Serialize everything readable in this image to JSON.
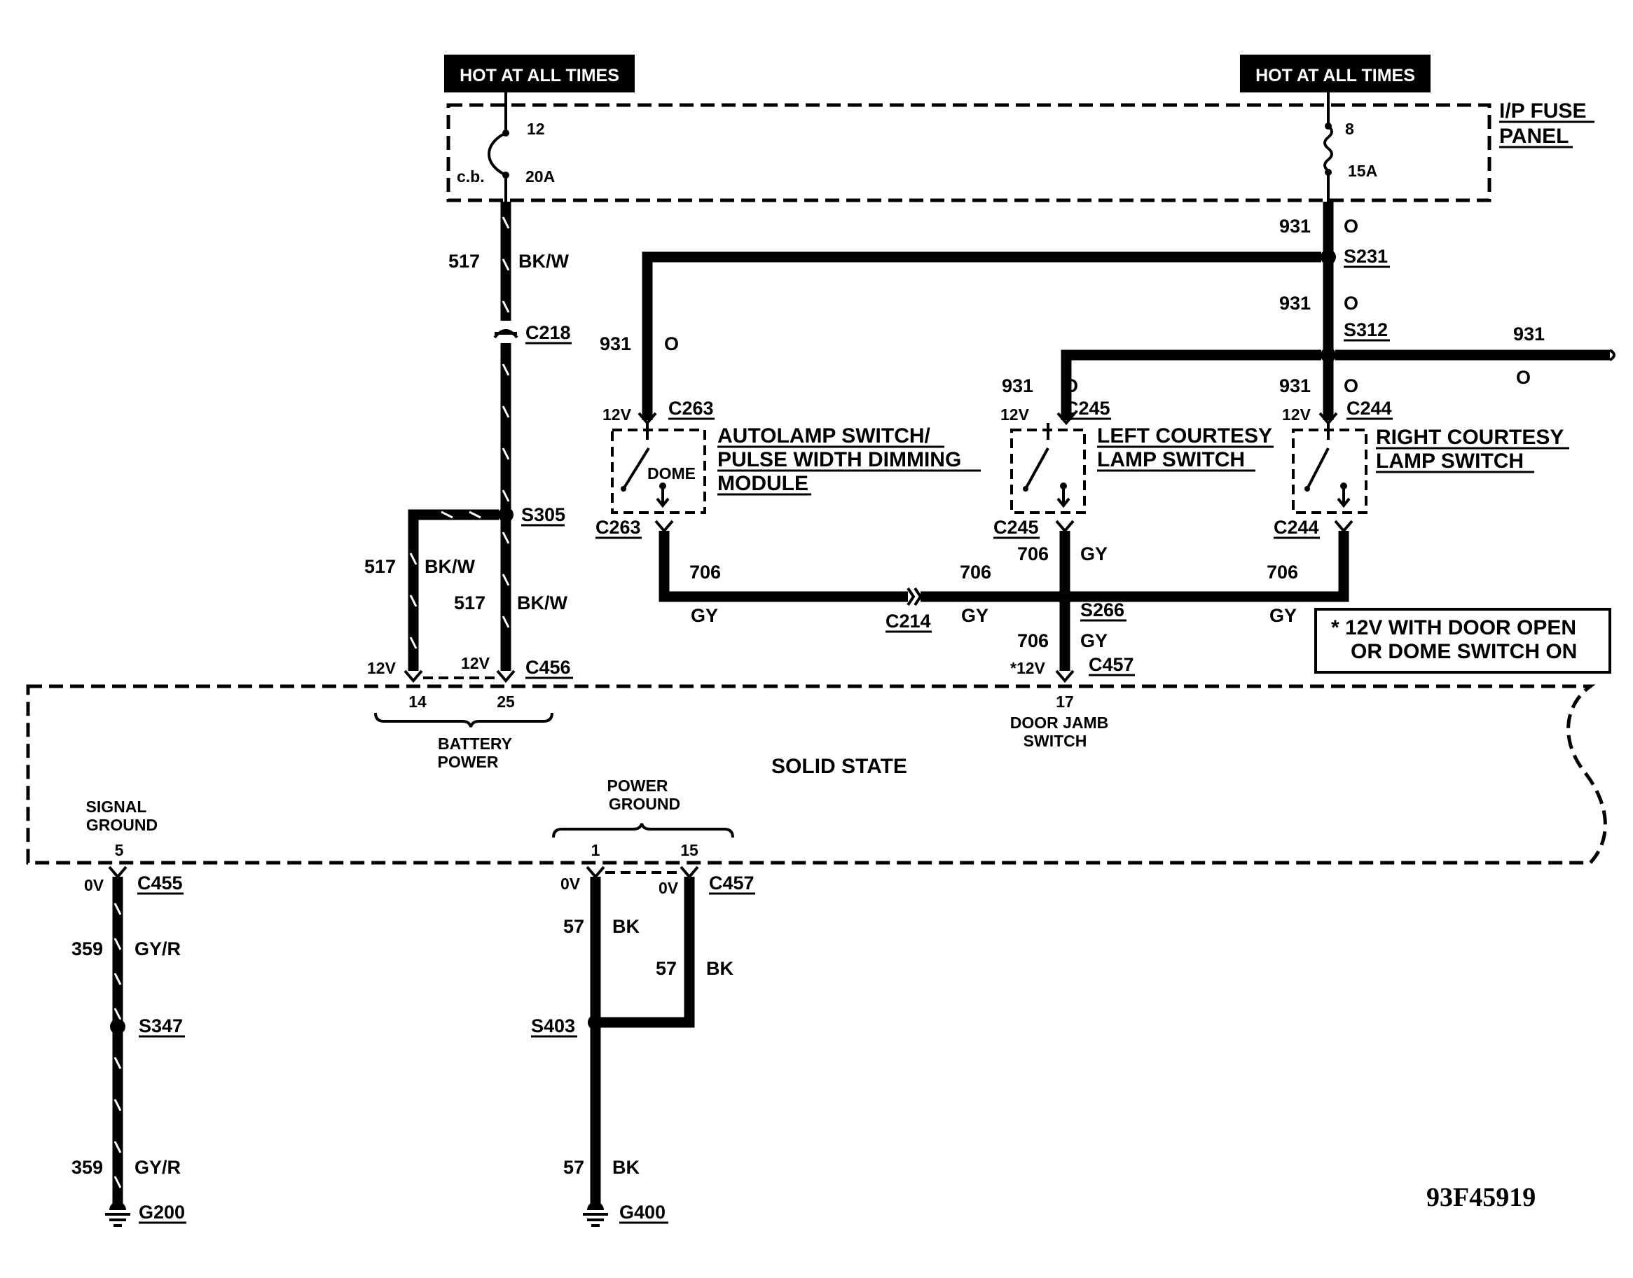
{
  "banners": {
    "left": "HOT AT ALL TIMES",
    "right": "HOT AT ALL TIMES"
  },
  "fuse_panel": {
    "line1": "I/P FUSE",
    "line2": "PANEL"
  },
  "fuse_left": {
    "number": "12",
    "type": "c.b.",
    "rating": "20A"
  },
  "fuse_right": {
    "number": "8",
    "rating": "15A"
  },
  "connectors": {
    "c218": "C218",
    "c263_top": "C263",
    "c263_bot": "C263",
    "c245_top": "C245",
    "c245_bot": "C245",
    "c244_top": "C244",
    "c244_bot": "C244",
    "c214": "C214",
    "c456": "C456",
    "c457_top": "C457",
    "c455": "C455",
    "c457_bot": "C457"
  },
  "splices": {
    "s231": "S231",
    "s312": "S312",
    "s305": "S305",
    "s266": "S266",
    "s347": "S347",
    "s403": "S403"
  },
  "grounds": {
    "g200": "G200",
    "g400": "G400"
  },
  "circuits": {
    "c517": "517",
    "c931": "931",
    "c706": "706",
    "c359": "359",
    "c57": "57"
  },
  "colors": {
    "bkw": "BK/W",
    "o": "O",
    "gy": "GY",
    "gyr": "GY/R",
    "bk": "BK"
  },
  "voltages": {
    "v12": "12V",
    "v12_star": "*12V",
    "v0": "0V"
  },
  "components": {
    "autolamp": [
      "AUTOLAMP SWITCH/",
      "PULSE WIDTH DIMMING",
      "MODULE"
    ],
    "dome": "DOME",
    "left_courtesy": [
      "LEFT COURTESY",
      "LAMP SWITCH"
    ],
    "right_courtesy": [
      "RIGHT COURTESY",
      "LAMP SWITCH"
    ]
  },
  "note": [
    "* 12V WITH DOOR OPEN",
    "OR DOME SWITCH ON"
  ],
  "module": {
    "name": "SOLID STATE",
    "battery_power": [
      "BATTERY",
      "POWER"
    ],
    "power_ground": [
      "POWER",
      "GROUND"
    ],
    "signal_ground": [
      "SIGNAL",
      "GROUND"
    ],
    "door_jamb": [
      "DOOR JAMB",
      "SWITCH"
    ],
    "pins": {
      "p14": "14",
      "p25": "25",
      "p17": "17",
      "p5": "5",
      "p1": "1",
      "p15": "15"
    }
  },
  "figure_id": "93F45919"
}
